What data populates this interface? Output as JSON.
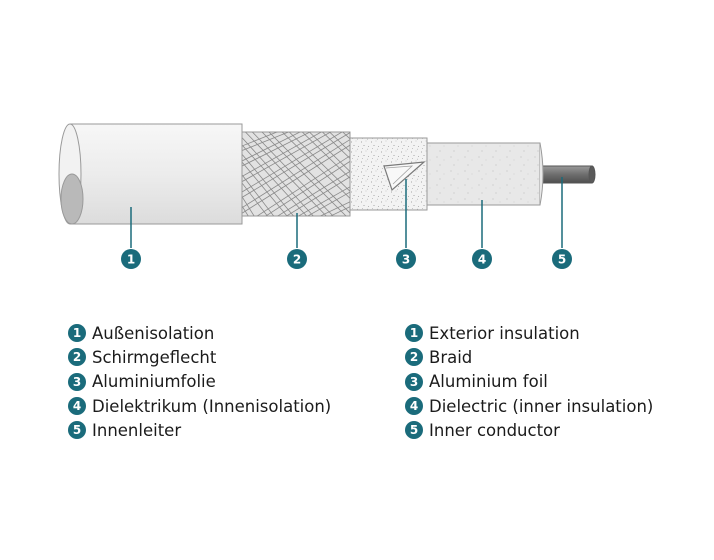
{
  "colors": {
    "accent": "#1a6b7b",
    "outline": "#9a9a9a",
    "jacket": "#ececec",
    "braid": "#e2e2e2",
    "foil": "#f3f3f3",
    "dielectric": "#e8e8e8",
    "conductor": "#6e6e6e"
  },
  "icons": [
    "numbered-circle-icon",
    "foil-triangle-icon"
  ],
  "callouts": [
    "1",
    "2",
    "3",
    "4",
    "5"
  ],
  "legend": {
    "german": [
      {
        "num": "1",
        "text": "Außenisolation"
      },
      {
        "num": "2",
        "text": "Schirmgeflecht"
      },
      {
        "num": "3",
        "text": "Aluminiumfolie"
      },
      {
        "num": "4",
        "text": "Dielektrikum (Innenisolation)"
      },
      {
        "num": "5",
        "text": "Innenleiter"
      }
    ],
    "english": [
      {
        "num": "1",
        "text": "Exterior insulation"
      },
      {
        "num": "2",
        "text": "Braid"
      },
      {
        "num": "3",
        "text": "Aluminium foil"
      },
      {
        "num": "4",
        "text": "Dielectric (inner insulation)"
      },
      {
        "num": "5",
        "text": "Inner conductor"
      }
    ]
  }
}
